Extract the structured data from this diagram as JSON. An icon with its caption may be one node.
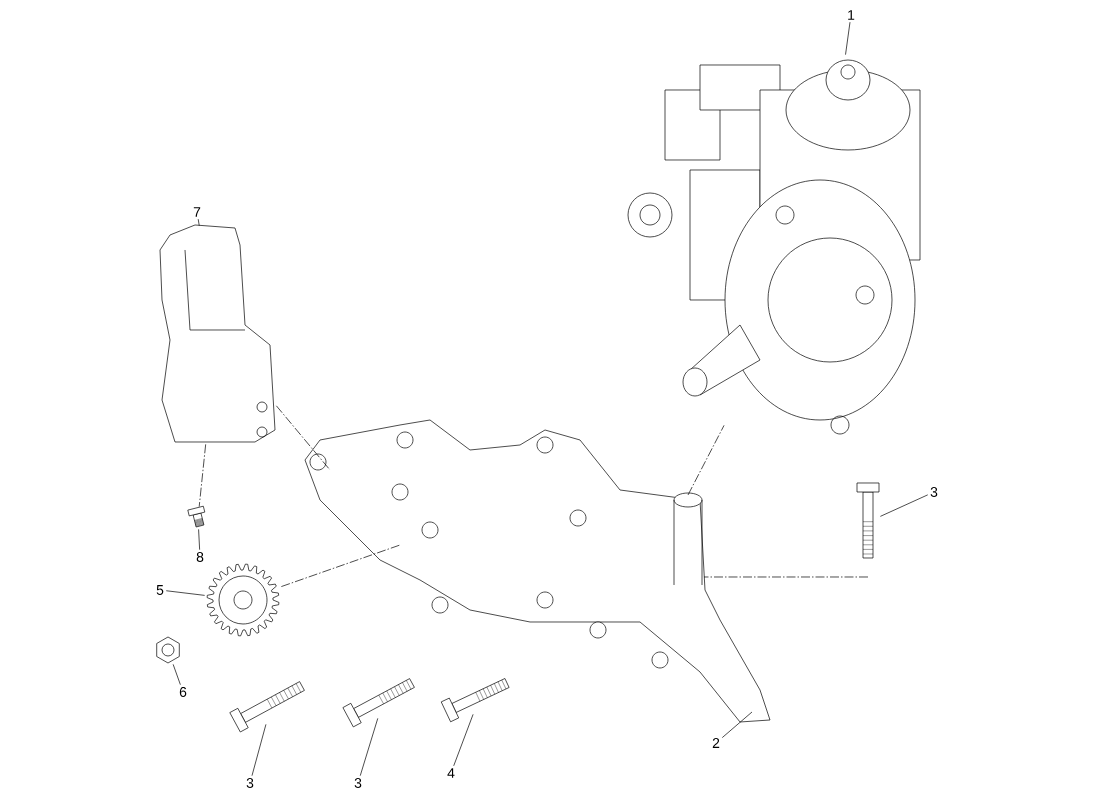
{
  "diagram": {
    "nodes": [
      {
        "text": [
          "1"
        ]
      },
      {
        "text": [],
        "shape": "picture"
      },
      {
        "text": [
          "7"
        ]
      },
      {
        "text": [],
        "shape": "picture"
      },
      {
        "text": [
          "8"
        ]
      },
      {
        "text": [],
        "shape": "picture"
      },
      {
        "text": [
          "5"
        ]
      },
      {
        "text": [],
        "shape": "picture"
      },
      {
        "text": [
          "6"
        ]
      },
      {
        "text": [],
        "shape": "picture"
      },
      {
        "text": [],
        "shape": "picture"
      },
      {
        "text": [
          "3"
        ]
      },
      {
        "text": [],
        "shape": "picture"
      },
      {
        "text": [
          "3"
        ]
      },
      {
        "text": [],
        "shape": "picture"
      },
      {
        "text": [
          "3"
        ]
      },
      {
        "text": [],
        "shape": "picture"
      },
      {
        "text": [
          "4"
        ]
      },
      {
        "text": [],
        "shape": "picture"
      },
      {
        "text": [
          "2"
        ]
      }
    ],
    "edges": [
      {
        "from": 0,
        "to": 1,
        "arrow": "none"
      },
      {
        "from": 2,
        "to": 3,
        "arrow": "none"
      },
      {
        "from": 4,
        "to": 5,
        "arrow": "none"
      },
      {
        "from": 6,
        "to": 7,
        "arrow": "none"
      },
      {
        "from": 8,
        "to": 9,
        "arrow": "none"
      },
      {
        "from": 11,
        "to": 12,
        "arrow": "none"
      },
      {
        "from": 13,
        "to": 14,
        "arrow": "none"
      },
      {
        "from": 15,
        "to": 16,
        "arrow": "none"
      },
      {
        "from": 17,
        "to": 18,
        "arrow": "none"
      },
      {
        "from": 19,
        "to": 10,
        "arrow": "none"
      },
      {
        "from": 3,
        "to": 5,
        "arrow": "none",
        "style": "dashed"
      },
      {
        "from": 3,
        "to": 10,
        "arrow": "none",
        "style": "dashed"
      },
      {
        "from": 10,
        "to": 1,
        "arrow": "none",
        "style": "dashed"
      },
      {
        "from": 12,
        "to": 10,
        "arrow": "none",
        "style": "dashed"
      },
      {
        "from": 7,
        "to": 10,
        "arrow": "none",
        "style": "dashed"
      }
    ]
  }
}
